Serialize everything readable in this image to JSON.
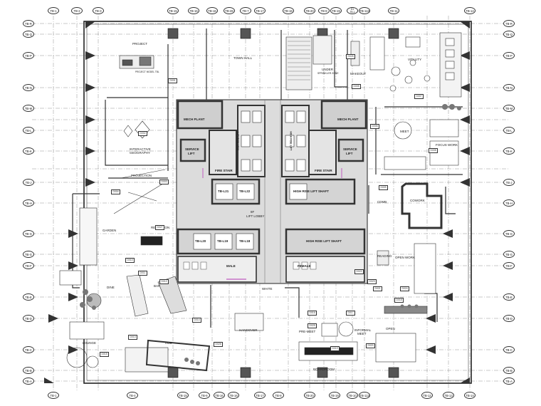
{
  "grid": {
    "top": [
      "TB-1",
      "TB-2",
      "TB-3",
      "TB-15",
      "TB-16",
      "TB-16",
      "TB-28",
      "TB-7",
      "TB-17",
      "TB-18",
      "TB-20",
      "TB-8",
      "TB-19",
      "D1\nTB-1",
      "TB-113",
      "TB-11",
      "TB-14"
    ],
    "bottom": [
      "TB-1",
      "TB-4",
      "TB-15",
      "TB-6",
      "TB-16",
      "TB-16",
      "TB-17",
      "TB-8",
      "TB-20",
      "TB-19",
      "TB-10",
      "TB-113",
      "TB-12",
      "TB-13",
      "TB-14"
    ],
    "left": [
      "TB-R",
      "TB-Q",
      "TB-P",
      "TB-N",
      "TB-M",
      "TB-L",
      "TB-K",
      "TB-J",
      "TB-H",
      "TB-G",
      "TB-G",
      "TB-F",
      "TB-E",
      "TB-D",
      "TB-C",
      "TB-B",
      "TB-A"
    ],
    "right": [
      "TB-R",
      "TB-Q",
      "TB-P",
      "TB-N",
      "TB-M",
      "TB-L",
      "TB-K",
      "TB-J",
      "TB-H",
      "TB-G",
      "TB-G",
      "TB-F",
      "TB-E",
      "TB-D",
      "TB-C",
      "TB-B",
      "TB-A"
    ]
  },
  "rooms": {
    "project": "PROJECT",
    "town_hall": "TOWN HALL",
    "under_sprinkler": "UNDER",
    "under_sprinkler_2": "SPRINKLER ZONE",
    "makeout": "MAKEOUT",
    "vitality": "VITALITY",
    "interactive": "INTERACTIVE",
    "geography": "GEOGRAPHY",
    "projection": "PROJECTION",
    "mech_plant_l": "MECH PLANT",
    "mech_plant_r": "MECH PLANT",
    "service_lift_l": "SERVICE",
    "service_lift_l2": "LIFT",
    "service_lift_r": "SERVICE",
    "service_lift_r2": "LIFT",
    "high_rise_lift_l": "HIGH RISE LIFT",
    "high_rise_lift_r": "HIGH RISE LIFT",
    "fire_stair_l": "FIRE STAIR",
    "fire_stair_r": "FIRE STAIR",
    "tb_l21": "TB-L21",
    "tb_l22": "TB-L22",
    "high_rise_lift_shaft": "HIGH RISE LIFT SHAFT",
    "lift_lobby": "LIFT LOBBY",
    "lift_lobby_pre": "8F",
    "tb_l20": "TB-L20",
    "tb_l19": "TB-L19",
    "tb_l18": "TB-L18",
    "high_rise_lift_shaft_2": "HIGH RISE LIFT SHAFT",
    "male": "MALE",
    "female": "FEMALE",
    "meet": "MEET",
    "focus_work": "FOCUS WORK",
    "cdmb": "CDMB",
    "garden": "GARDEN",
    "reception": "RECEPTION",
    "dine": "DINE",
    "bar": "BAR",
    "lounge": "LOUNGE",
    "hub": "HUB",
    "handover": "HANDOVER",
    "white_room": "WHITE",
    "pre_meet": "PRE-MEET",
    "informal_meet": "INFORMAL",
    "informal_meet_2": "MEET",
    "boardroom": "BOARDROOM",
    "open": "OPEN",
    "open_work": "OPEN WORK",
    "reading": "READING",
    "cowork": "COWORK",
    "project_model": "PROJECT MODEL TBL"
  },
  "tags": [
    "D001",
    "D002",
    "D003",
    "D004",
    "D005",
    "D006",
    "D007",
    "D008",
    "D009",
    "D010",
    "D011",
    "D012",
    "D013",
    "D014",
    "D015",
    "D016",
    "D017",
    "D018",
    "D019",
    "D020",
    "D021",
    "D022",
    "D023",
    "D024",
    "D025",
    "D026",
    "D027",
    "D028"
  ]
}
